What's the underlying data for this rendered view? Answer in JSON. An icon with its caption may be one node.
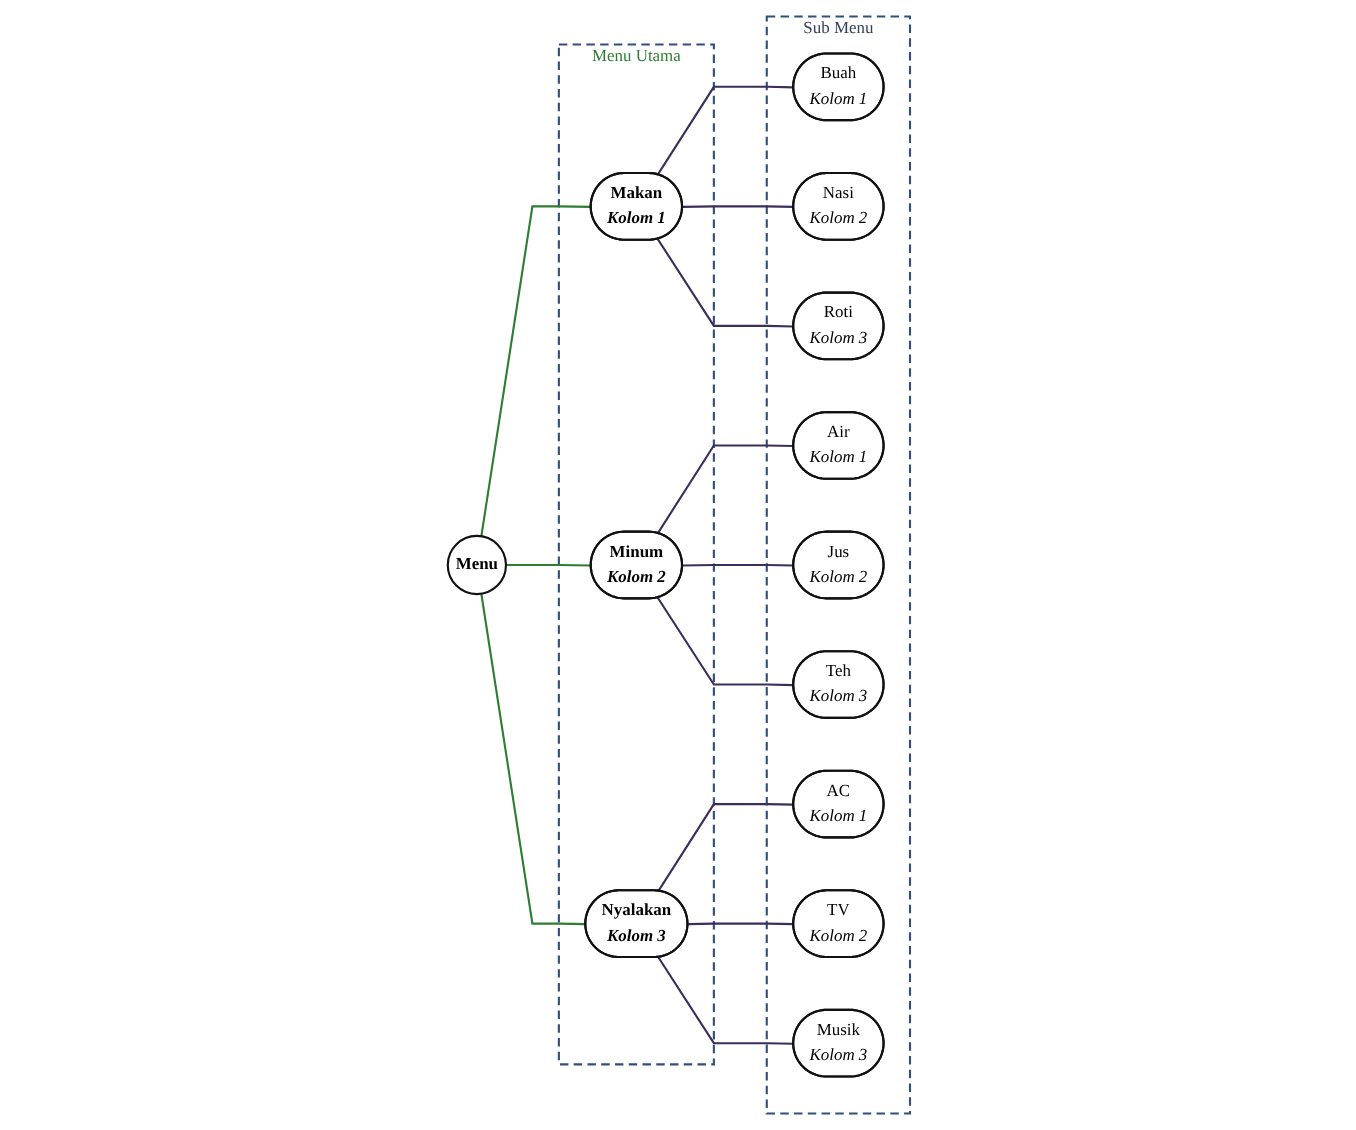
{
  "diagram": {
    "nodes": [
      {
        "text": [
          "Menu"
        ]
      },
      {
        "text": [
          "Menu Utama"
        ]
      },
      {
        "text": [
          "Makan",
          "Kolom 1"
        ],
        "in": 1
      },
      {
        "text": [
          "Minum",
          "Kolom 2"
        ],
        "in": 1
      },
      {
        "text": [
          "Nyalakan",
          "Kolom 3"
        ],
        "in": 1
      },
      {
        "text": [
          "Sub Menu"
        ]
      },
      {
        "text": [
          "Buah",
          "Kolom 1"
        ],
        "in": 5
      },
      {
        "text": [
          "Nasi",
          "Kolom 2"
        ],
        "in": 5
      },
      {
        "text": [
          "Roti",
          "Kolom 3"
        ],
        "in": 5
      },
      {
        "text": [
          "Air",
          "Kolom 1"
        ],
        "in": 5
      },
      {
        "text": [
          "Jus",
          "Kolom 2"
        ],
        "in": 5
      },
      {
        "text": [
          "Teh",
          "Kolom 3"
        ],
        "in": 5
      },
      {
        "text": [
          "AC",
          "Kolom 1"
        ],
        "in": 5
      },
      {
        "text": [
          "TV",
          "Kolom 2"
        ],
        "in": 5
      },
      {
        "text": [
          "Musik",
          "Kolom 3"
        ],
        "in": 5
      }
    ],
    "edges": [
      {
        "from": 0,
        "to": 2,
        "arrow": "none",
        "color": "#2e7d32"
      },
      {
        "from": 0,
        "to": 3,
        "arrow": "none",
        "color": "#2e7d32"
      },
      {
        "from": 0,
        "to": 4,
        "arrow": "none",
        "color": "#2e7d32"
      },
      {
        "from": 2,
        "to": 6,
        "arrow": "none"
      },
      {
        "from": 2,
        "to": 7,
        "arrow": "none"
      },
      {
        "from": 2,
        "to": 8,
        "arrow": "none"
      },
      {
        "from": 3,
        "to": 9,
        "arrow": "none"
      },
      {
        "from": 3,
        "to": 10,
        "arrow": "none"
      },
      {
        "from": 3,
        "to": 11,
        "arrow": "none"
      },
      {
        "from": 4,
        "to": 12,
        "arrow": "none"
      },
      {
        "from": 4,
        "to": 13,
        "arrow": "none"
      },
      {
        "from": 4,
        "to": 14,
        "arrow": "none"
      }
    ]
  }
}
